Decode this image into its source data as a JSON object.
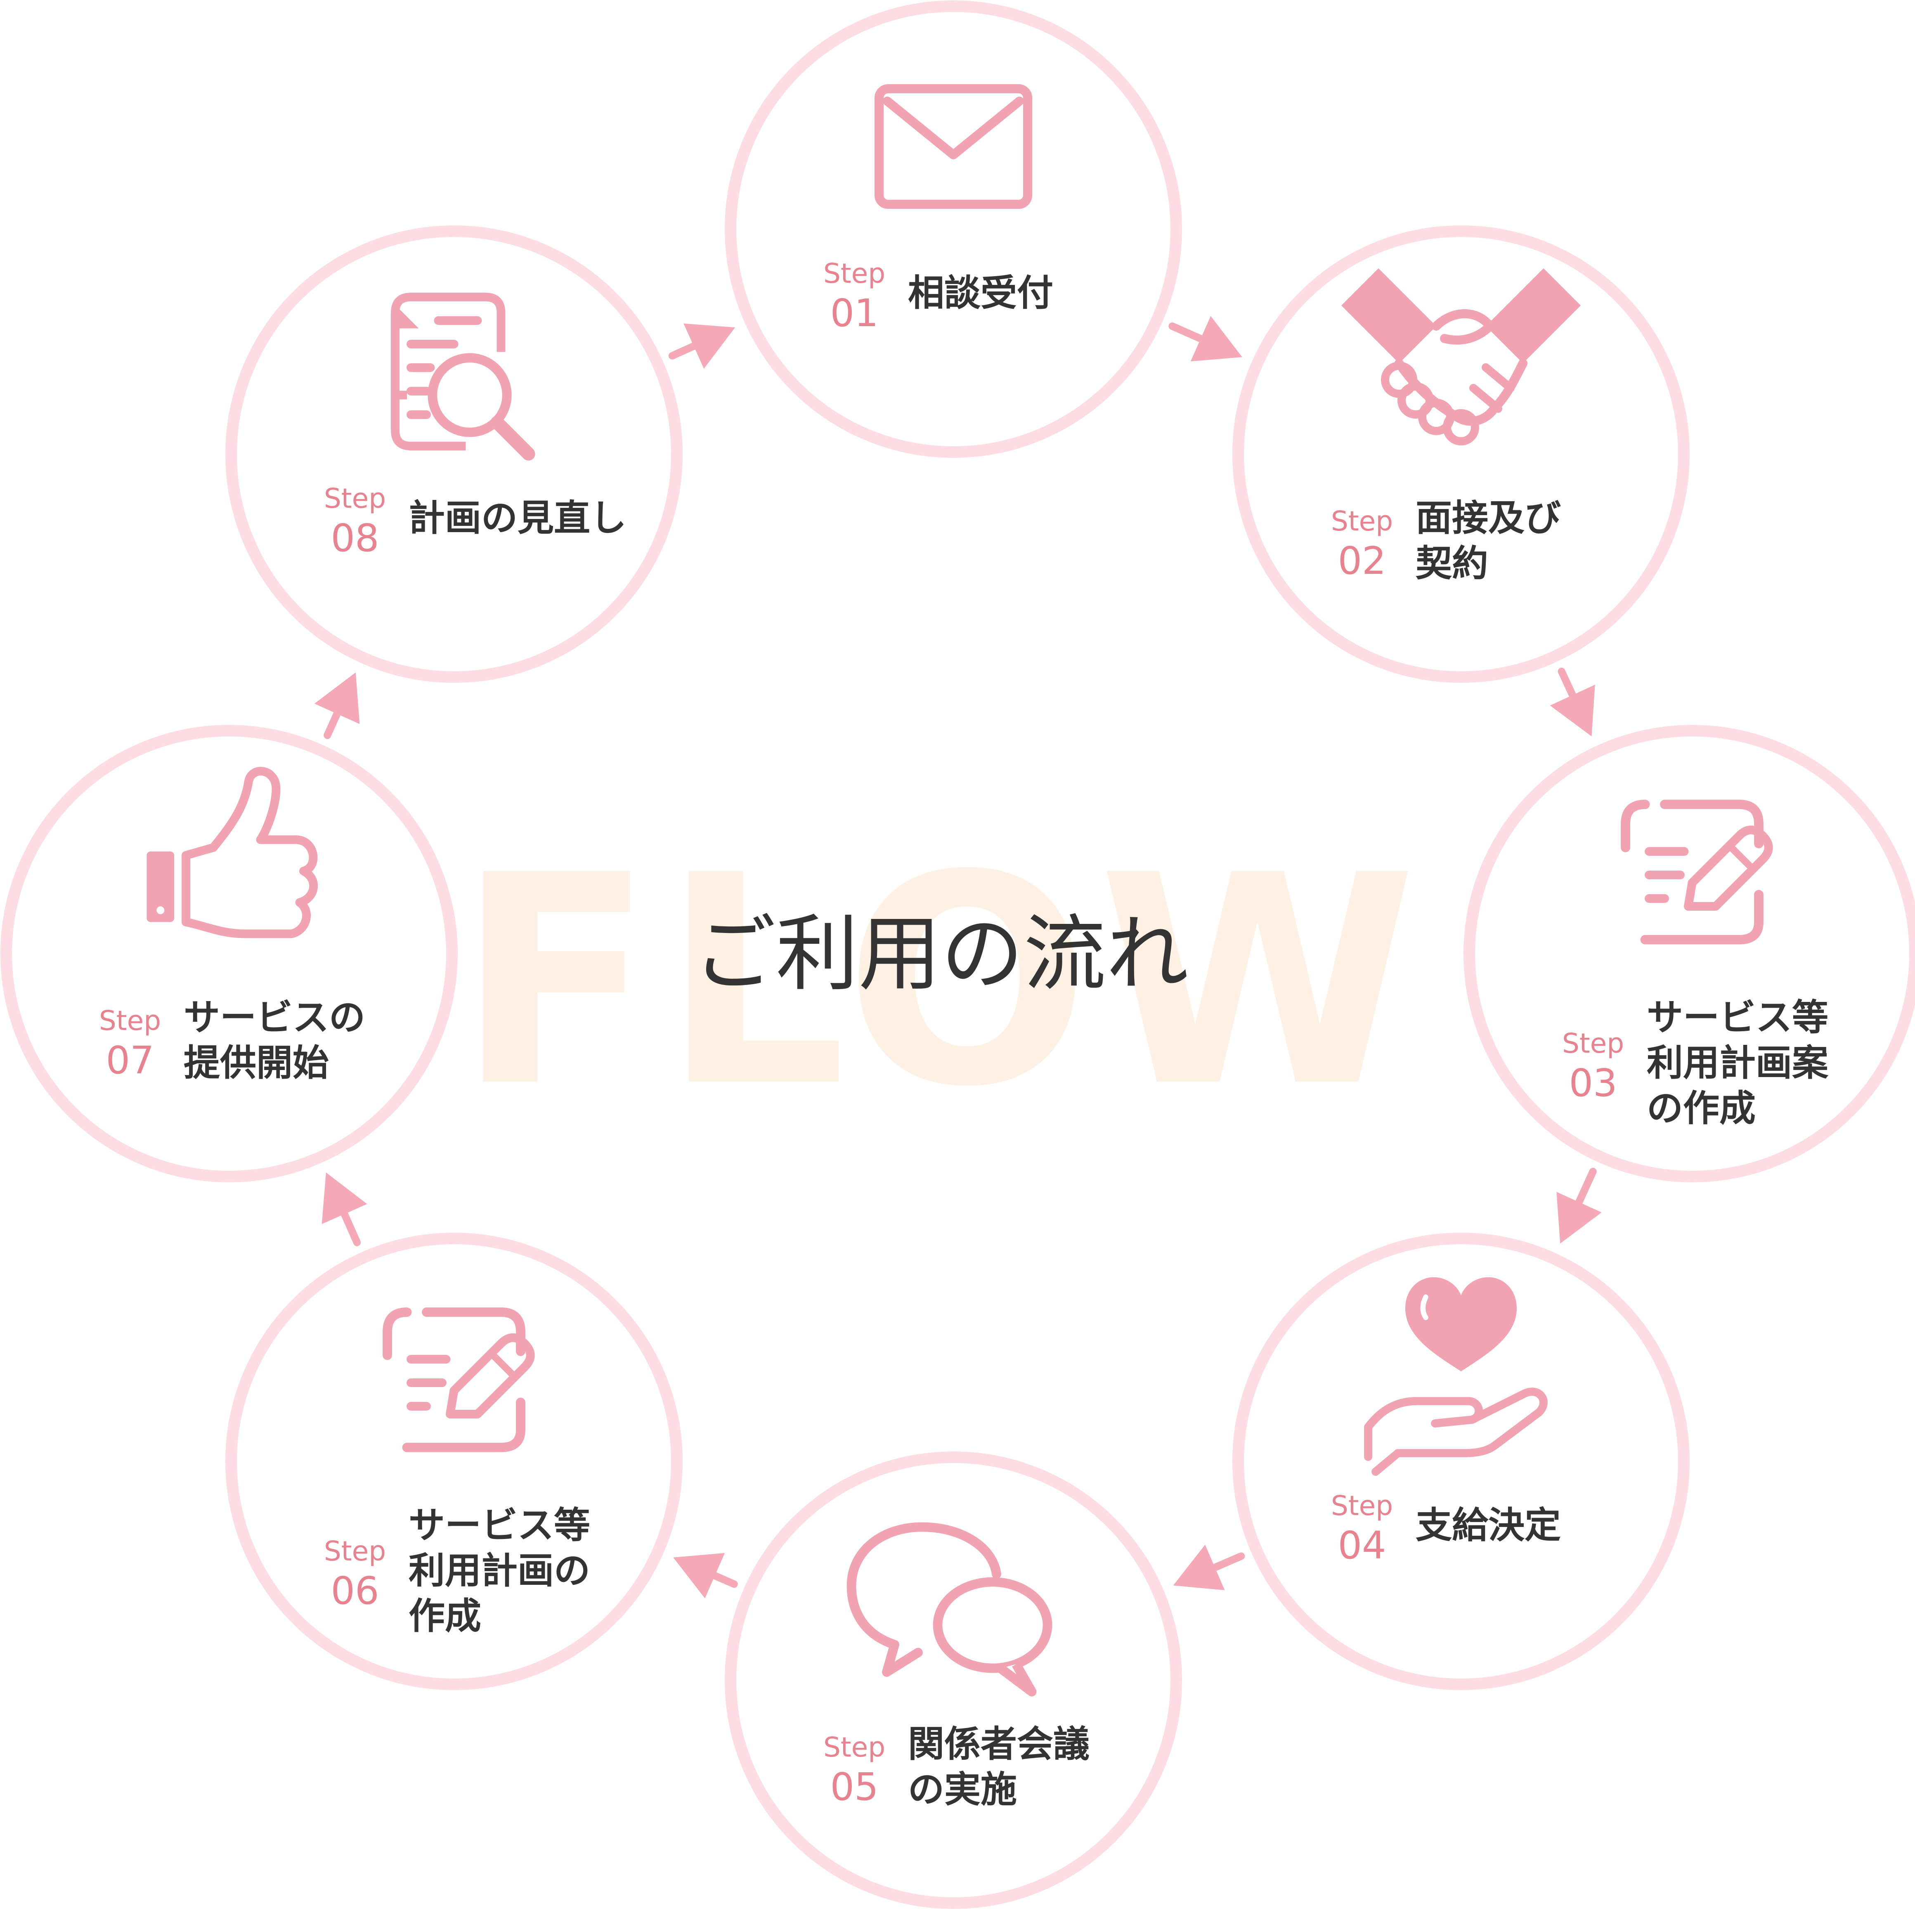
{
  "colors": {
    "ring": "#fddde3",
    "icon": "#f2a3b1",
    "arrow": "#f5a8b6",
    "step_text": "#e8828e",
    "label_text": "#333333",
    "watermark": "#fef1e4",
    "title_text": "#333333"
  },
  "diagram": {
    "watermark": "FLOW",
    "title": "ご利用の流れ"
  },
  "steps": [
    {
      "id": 1,
      "step_word": "Step",
      "number": "01",
      "label_lines": [
        "相談受付"
      ],
      "icon": "envelope-icon"
    },
    {
      "id": 2,
      "step_word": "Step",
      "number": "02",
      "label_lines": [
        "面接及び",
        "契約"
      ],
      "icon": "handshake-icon"
    },
    {
      "id": 3,
      "step_word": "Step",
      "number": "03",
      "label_lines": [
        "サービス等",
        "利用計画案",
        "の作成"
      ],
      "icon": "document-pencil-icon"
    },
    {
      "id": 4,
      "step_word": "Step",
      "number": "04",
      "label_lines": [
        "支給決定"
      ],
      "icon": "heart-hand-icon"
    },
    {
      "id": 5,
      "step_word": "Step",
      "number": "05",
      "label_lines": [
        "関係者会議",
        "の実施"
      ],
      "icon": "speech-bubbles-icon"
    },
    {
      "id": 6,
      "step_word": "Step",
      "number": "06",
      "label_lines": [
        "サービス等",
        "利用計画の",
        "作成"
      ],
      "icon": "document-pencil-icon"
    },
    {
      "id": 7,
      "step_word": "Step",
      "number": "07",
      "label_lines": [
        "サービスの",
        "提供開始"
      ],
      "icon": "thumbs-up-icon"
    },
    {
      "id": 8,
      "step_word": "Step",
      "number": "08",
      "label_lines": [
        "計画の見直し"
      ],
      "icon": "document-search-icon"
    }
  ]
}
